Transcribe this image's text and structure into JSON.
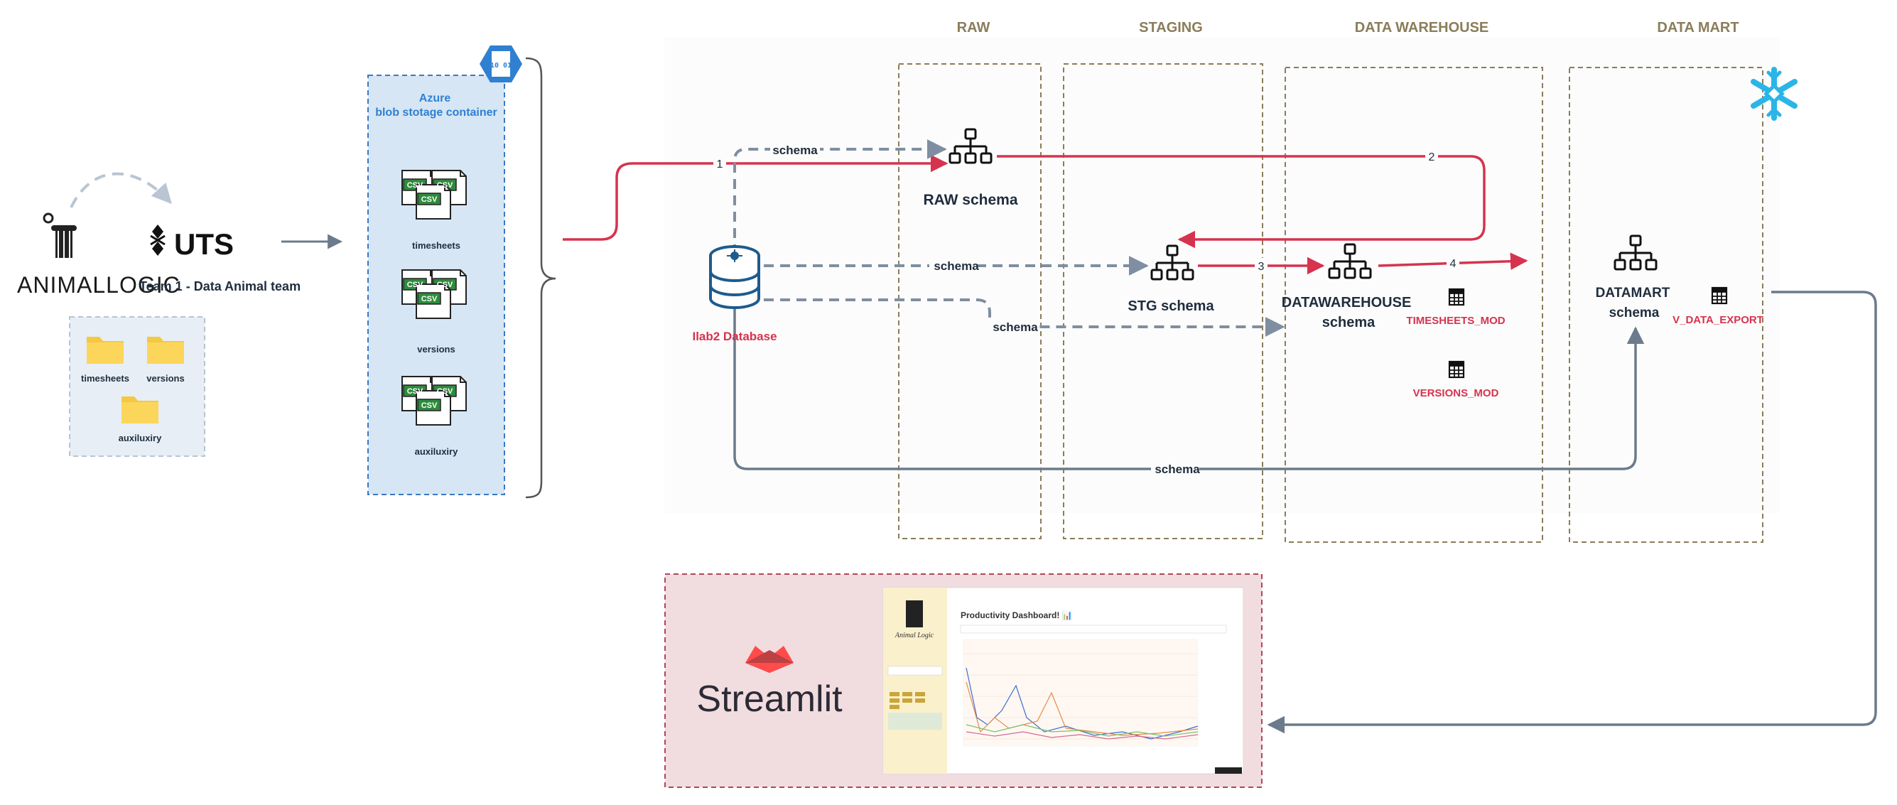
{
  "stage_headers": {
    "raw": "RAW",
    "staging": "STAGING",
    "data_warehouse": "DATA WAREHOUSE",
    "data_mart": "DATA MART"
  },
  "source": {
    "logo_text": "ANIMALLOGIC",
    "uts_text": "UTS",
    "team_label": "Team 1 - Data Animal team",
    "folders": [
      "timesheets",
      "versions",
      "auxiluxiry"
    ]
  },
  "azure": {
    "title_line1": "Azure",
    "title_line2": "blob stotage container",
    "binary_badge": "10 01",
    "files": [
      "timesheets",
      "versions",
      "auxiluxiry"
    ],
    "csv_tag": "CSV"
  },
  "database": {
    "label": "Ilab2 Database"
  },
  "schemas": {
    "raw": "RAW schema",
    "stg": "STG schema",
    "dw_line1": "DATAWAREHOUSE",
    "dw_line2": "schema",
    "dm_line1": "DATAMART",
    "dm_line2": "schema"
  },
  "tables": {
    "timesheets_mod": "TIMESHEETS_MOD",
    "versions_mod": "VERSIONS_MOD",
    "v_data_export": "V_DATA_EXPORT"
  },
  "edge_labels": {
    "schema": "schema",
    "step1": "1",
    "step2": "2",
    "step3": "3",
    "step4": "4"
  },
  "streamlit": {
    "brand": "Streamlit",
    "dashboard_title": "Productivity Dashboard! 📊",
    "sidebar_logo": "Animal Logic"
  },
  "colors": {
    "red": "#d6334e",
    "gray_arrow": "#6b7b8c",
    "dashed_blue_gray": "#7f8ea0",
    "header": "#8b7d5a",
    "azure_fill": "#d6e6f5",
    "azure_border": "#3b78c4",
    "azure_title": "#2f80d1",
    "db_blue": "#1e5b8c",
    "snowflake": "#29b5e8",
    "streamlit_bg": "#f1dcdf",
    "streamlit_red": "#ff4b4b",
    "csv_green": "#2e8b3c"
  },
  "icons": [
    "snowflake-icon",
    "database-icon",
    "schema-hierarchy-icon",
    "table-icon",
    "folder-icon",
    "csv-file-icon",
    "binary-hex-icon",
    "uts-emblem-icon",
    "column-logo-icon",
    "streamlit-crown-icon"
  ]
}
